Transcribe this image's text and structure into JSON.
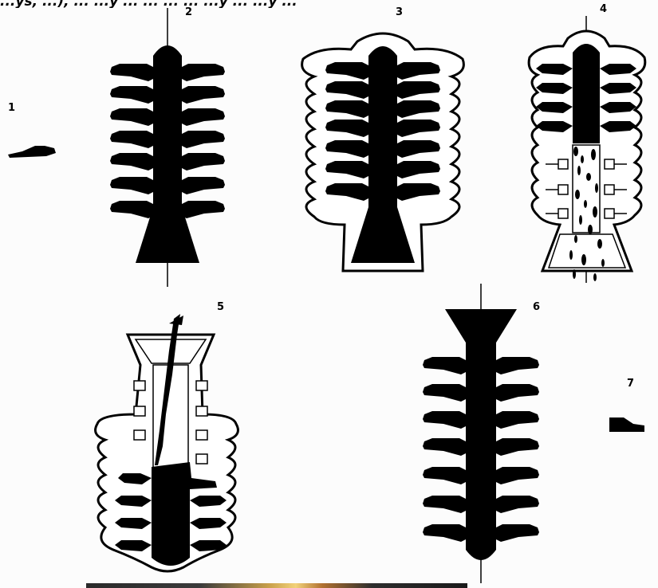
{
  "header_text": "...ys, ...), ... ...y ... ... ... ... ...y ... ...y ...",
  "stage_labels": [
    "1",
    "2",
    "3",
    "4",
    "5",
    "6",
    "7"
  ],
  "colors": {
    "ink": "#000000",
    "paper": "#fcfcfc",
    "mould": "#ffffff"
  }
}
